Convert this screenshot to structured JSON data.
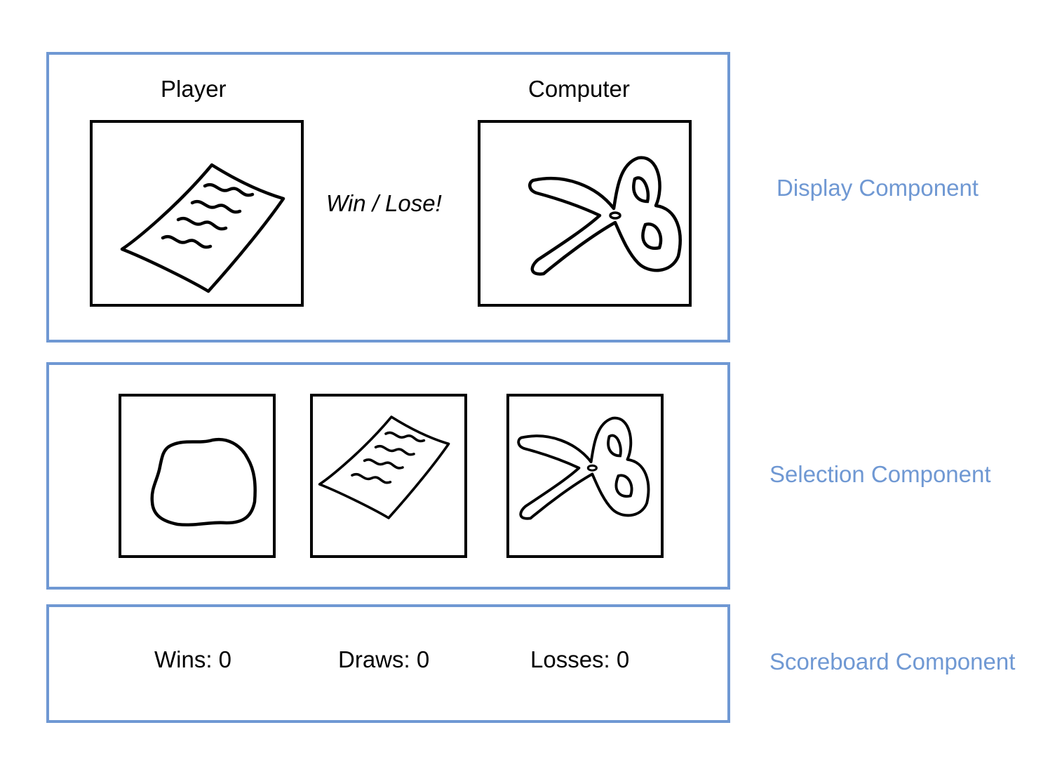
{
  "display": {
    "label": "Display Component",
    "player_heading": "Player",
    "computer_heading": "Computer",
    "result": "Win / Lose!",
    "player_choice_icon": "paper-icon",
    "computer_choice_icon": "scissors-icon"
  },
  "selection": {
    "label": "Selection Component",
    "options": [
      {
        "icon": "rock-icon"
      },
      {
        "icon": "paper-icon"
      },
      {
        "icon": "scissors-icon"
      }
    ]
  },
  "scoreboard": {
    "label": "Scoreboard Component",
    "wins": "Wins: 0",
    "draws": "Draws: 0",
    "losses": "Losses: 0"
  },
  "colors": {
    "component_border": "#6f98d3",
    "component_label": "#6f98d3",
    "card_border": "#000000"
  }
}
